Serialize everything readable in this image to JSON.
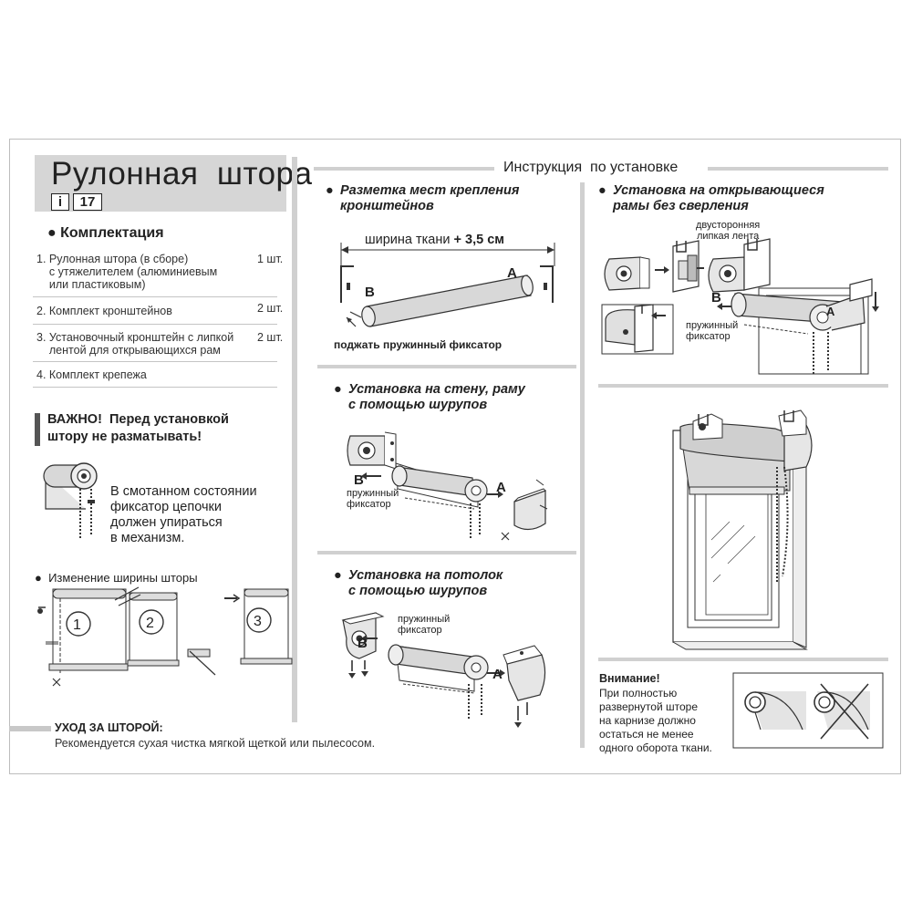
{
  "header": {
    "title": "Рулонная  штора",
    "badge_i": "i",
    "badge_num": "17",
    "instruction_title": "Инструкция  по установке"
  },
  "kit": {
    "heading": "Комплектация",
    "items": [
      {
        "text": "1. Рулонная штора (в сборе)\n    с утяжелителем (алюминиевым\n    или пластиковым)",
        "qty": "1 шт."
      },
      {
        "text": "2. Комплект кронштейнов",
        "qty": "2 шт."
      },
      {
        "text": "3. Установочный кронштейн с липкой\n    лентой для открывающихся рам",
        "qty": "2 шт."
      },
      {
        "text": "4. Комплект крепежа",
        "qty": ""
      }
    ]
  },
  "important": {
    "heading": "ВАЖНО!  Перед установкой\nштору не разматывать!",
    "text": "В смотанном состоянии\nфиксатор цепочки\nдолжен упираться\nв механизм."
  },
  "width_change": {
    "heading": "Изменение ширины шторы",
    "steps": [
      "1",
      "2",
      "3"
    ]
  },
  "care": {
    "heading": "УХОД ЗА ШТОРОЙ:",
    "text": "Рекомендуется сухая чистка мягкой щеткой или пылесосом."
  },
  "marking": {
    "heading": "Разметка мест крепления\nкронштейнов",
    "width_label": "ширина ткани",
    "width_plus": "+ 3,5 см",
    "label_a": "A",
    "label_b": "B",
    "caption": "поджать пружинный фиксатор"
  },
  "wall": {
    "heading": "Установка на стену, раму\nс помощью шурупов",
    "label_a": "A",
    "label_b": "B",
    "fixator": "пружинный\nфиксатор"
  },
  "ceiling": {
    "heading": "Установка на потолок\nс помощью шурупов",
    "label_a": "A",
    "label_b": "B",
    "fixator": "пружинный\nфиксатор"
  },
  "opening": {
    "heading": "Установка на открывающиеся\nрамы без сверления",
    "tape": "двусторонняя\nлипкая лента",
    "label_a": "A",
    "label_b": "B",
    "fixator": "пружинный\nфиксатор"
  },
  "attention": {
    "heading": "Внимание!",
    "text": "При полностью\nразвернутой шторе\nна карнизе должно\nостаться не менее\nодного оборота ткани."
  },
  "colors": {
    "gray_bar": "#d6d6d6",
    "text": "#222222",
    "accent_bar": "#555555"
  }
}
